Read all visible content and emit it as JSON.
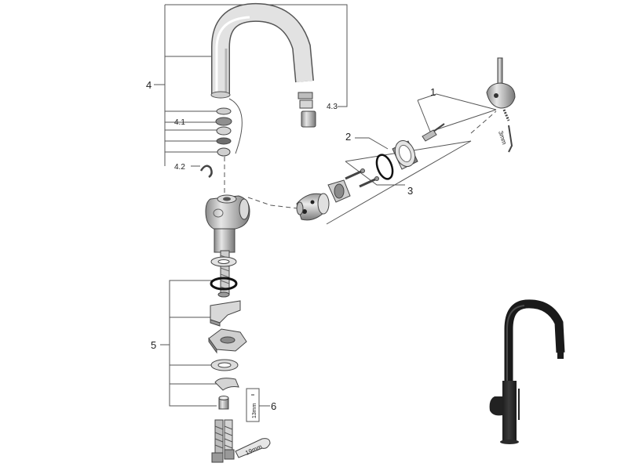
{
  "callouts": {
    "c1": "1",
    "c2": "2",
    "c3": "3",
    "c4": "4",
    "c4_1": "4.1",
    "c4_2": "4.2",
    "c4_3": "4.3",
    "c5": "5",
    "c6": "6"
  },
  "dimensions": {
    "hex_key": "3mm",
    "nut_13": "13mm",
    "nut_12": "12mm",
    "spanner": "19mm"
  },
  "colors": {
    "line": "#555555",
    "part_light": "#d9d9d9",
    "part_mid": "#a8a8a8",
    "part_dark": "#6f6f6f",
    "product_finish": "#2b2b2b"
  },
  "icons": {
    "product": "matte-black-faucet-photo"
  }
}
